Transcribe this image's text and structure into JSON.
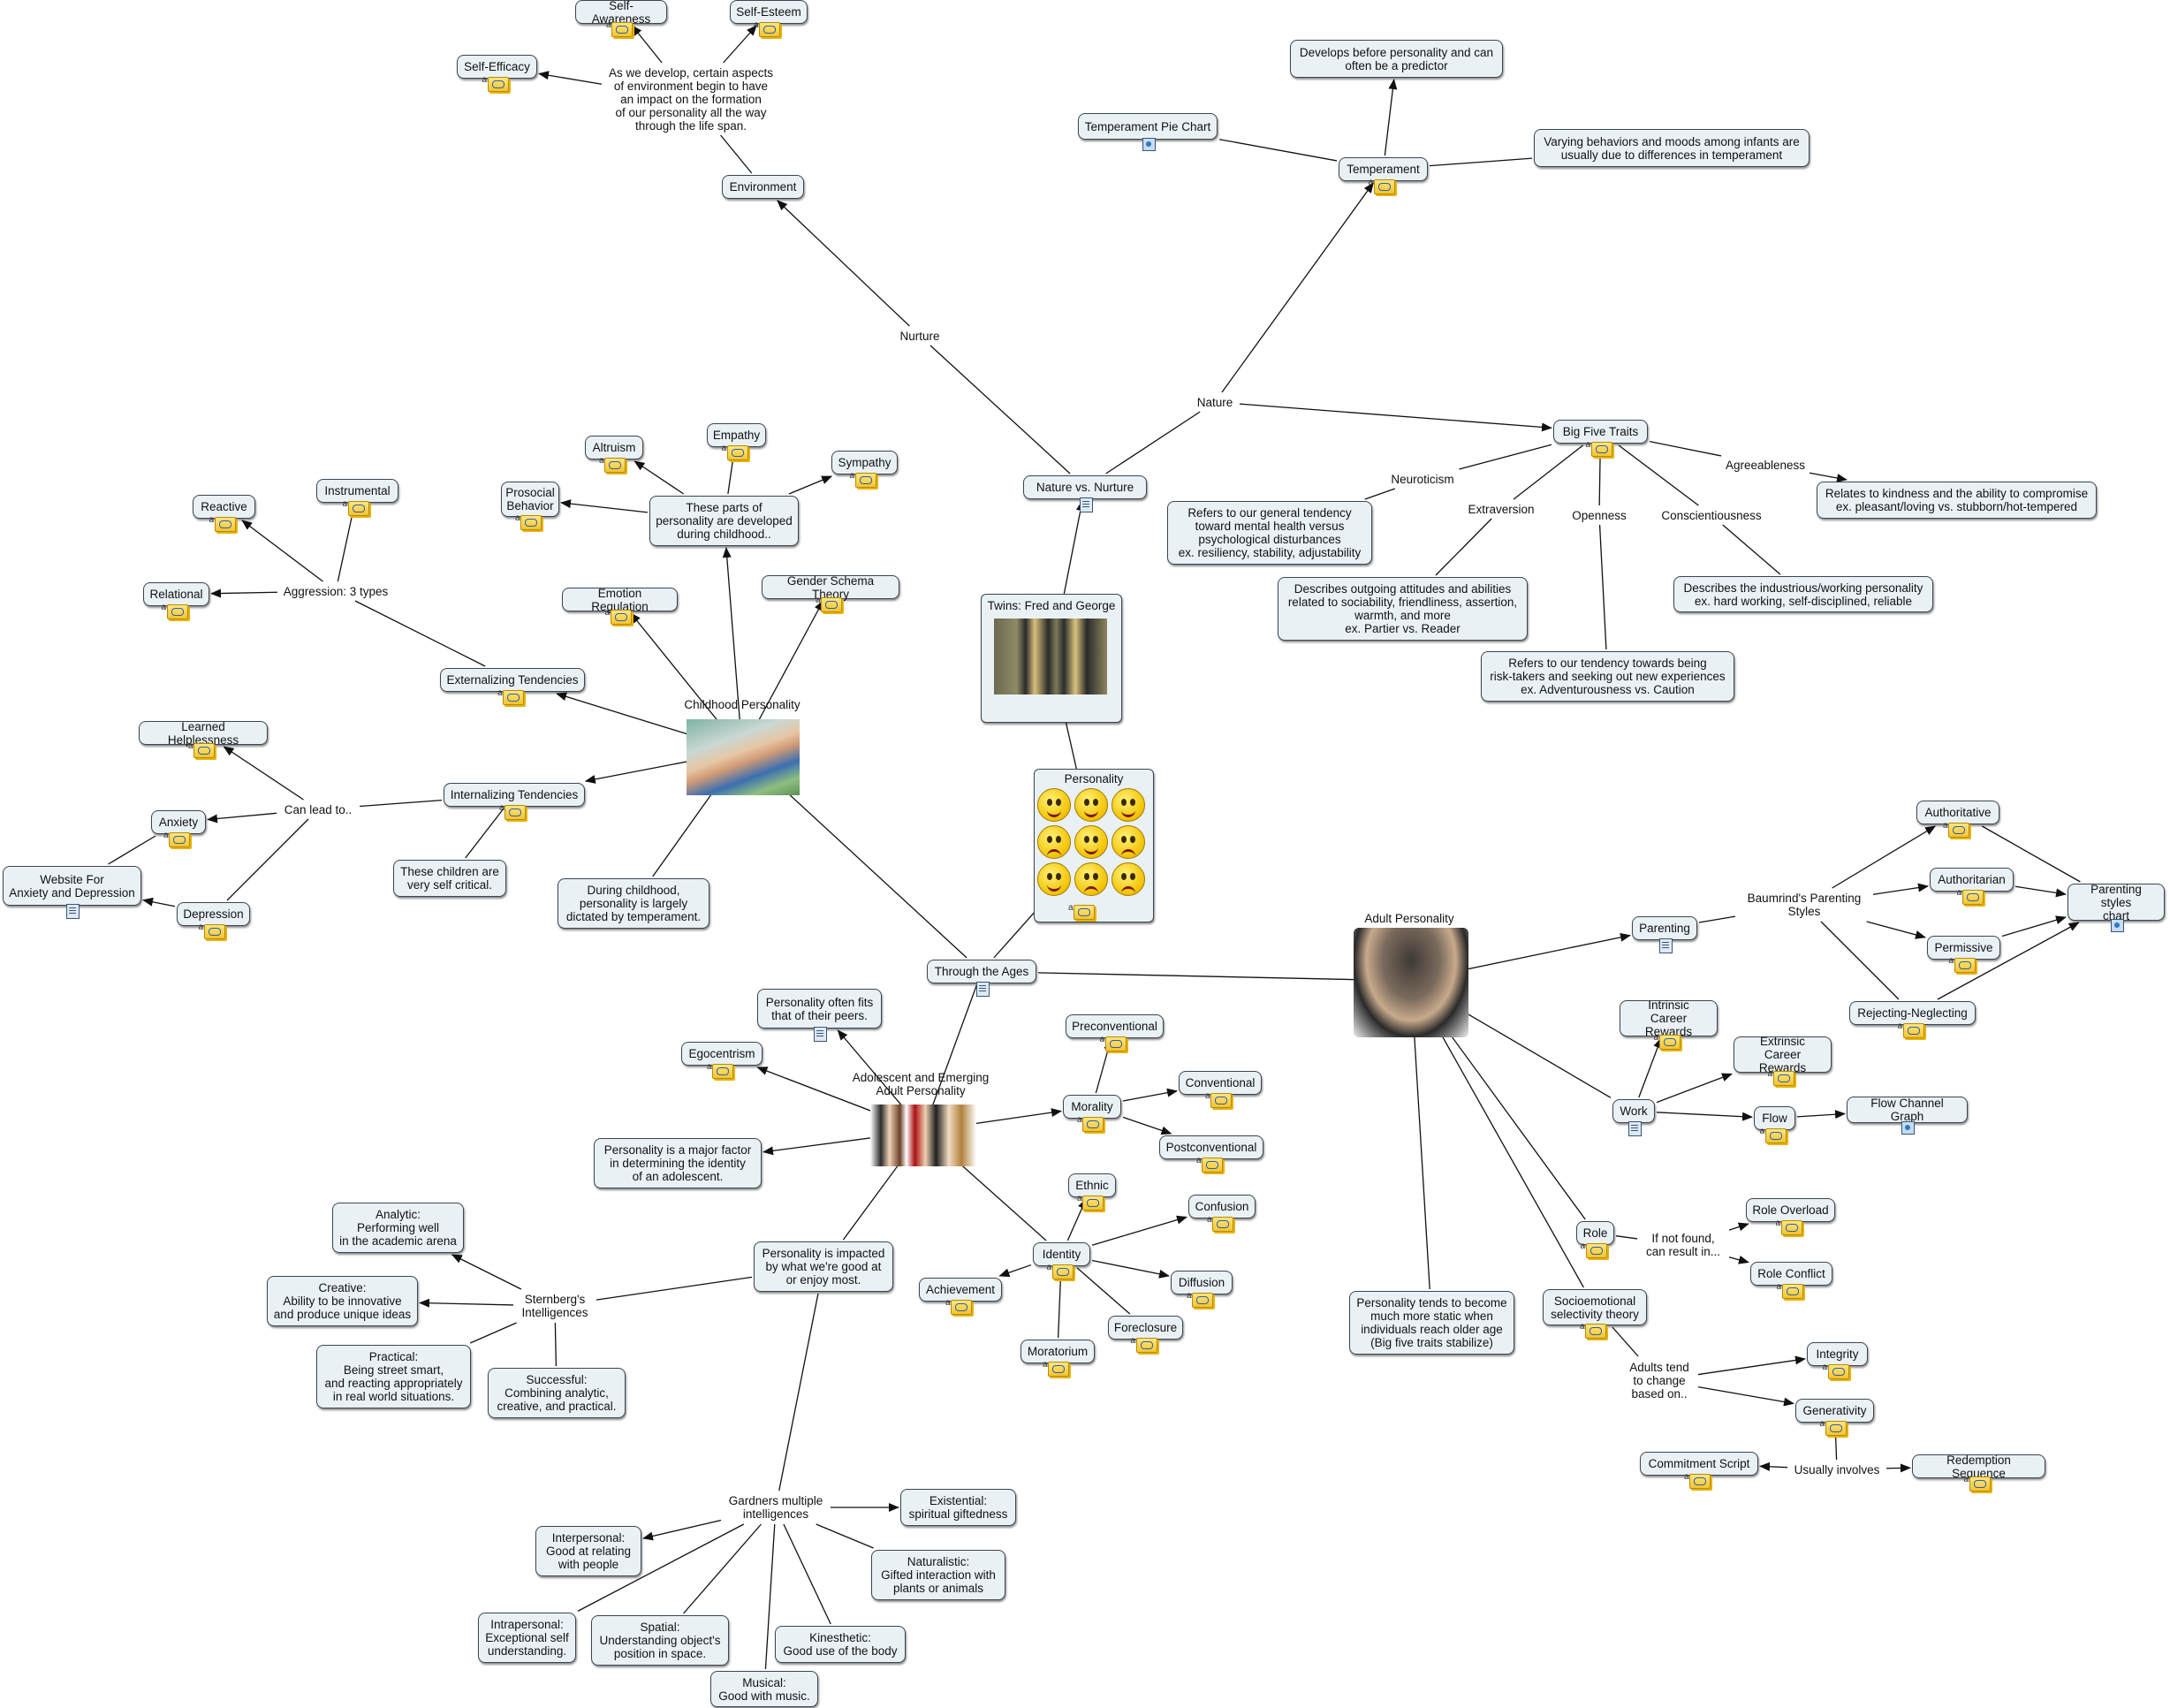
{
  "map_title": "Personality",
  "nodes": {
    "personality": "Personality",
    "twins": "Twins: Fred and George",
    "nature_vs_nurture": "Nature vs. Nurture",
    "nurture": "Nurture",
    "nature": "Nature",
    "environment": "Environment",
    "env_desc": "As we develop, certain aspects\nof environment begin to have\nan impact on the formation\nof our personality all the way\nthrough the life span.",
    "self_awareness": "Self-Awareness",
    "self_esteem": "Self-Esteem",
    "self_efficacy": "Self-Efficacy",
    "temperament": "Temperament",
    "temperament_pie": "Temperament Pie Chart",
    "temp_predictor": "Develops before personality and can\noften be a predictor",
    "temp_varying": "Varying behaviors and moods among infants are\nusually due to differences in temperament",
    "big_five": "Big Five Traits",
    "neuroticism": "Neuroticism",
    "neuroticism_desc": "Refers to our general tendency\ntoward mental health versus\npsychological disturbances\nex. resiliency, stability, adjustability",
    "extraversion": "Extraversion",
    "extraversion_desc": "Describes outgoing attitudes and abilities\nrelated to sociability, friendliness, assertion,\nwarmth, and more\nex. Partier vs. Reader",
    "openness": "Openness",
    "openness_desc": "Refers to our tendency towards being\nrisk-takers and seeking out new experiences\nex. Adventurousness vs. Caution",
    "conscientiousness": "Conscientiousness",
    "conscientiousness_desc": "Describes the industrious/working personality\nex. hard working, self-disciplined, reliable",
    "agreeableness": "Agreeableness",
    "agreeableness_desc": "Relates to kindness and the ability to compromise\nex. pleasant/loving vs. stubborn/hot-tempered",
    "through_ages": "Through the Ages",
    "childhood_personality": "Childhood Personality",
    "childhood_temperament": "During childhood,\npersonality is largely\ndictated by temperament.",
    "parts_developed": "These parts of\npersonality are developed\nduring childhood..",
    "altruism": "Altruism",
    "empathy": "Empathy",
    "sympathy": "Sympathy",
    "prosocial": "Prosocial\nBehavior",
    "emotion_regulation": "Emotion Regulation",
    "gender_schema": "Gender Schema Theory",
    "externalizing": "Externalizing Tendencies",
    "aggression": "Aggression: 3 types",
    "reactive": "Reactive",
    "instrumental": "Instrumental",
    "relational": "Relational",
    "internalizing": "Internalizing Tendencies",
    "can_lead_to": "Can lead to..",
    "learned_helplessness": "Learned Helplessness",
    "anxiety": "Anxiety",
    "depression": "Depression",
    "website": "Website For\nAnxiety and Depression",
    "self_critical": "These children are\nvery self critical.",
    "adolescent": "Adolescent and Emerging\nAdult Personality",
    "peers": "Personality often fits\nthat of their peers.",
    "egocentrism": "Egocentrism",
    "identity_factor": "Personality is a major factor\nin determining the identity\nof an adolescent.",
    "morality": "Morality",
    "preconventional": "Preconventional",
    "conventional": "Conventional",
    "postconventional": "Postconventional",
    "identity": "Identity",
    "ethnic": "Ethnic",
    "confusion": "Confusion",
    "diffusion": "Diffusion",
    "foreclosure": "Foreclosure",
    "moratorium": "Moratorium",
    "achievement": "Achievement",
    "impacted": "Personality is impacted\nby what we're good at\nor enjoy most.",
    "sternberg": "Sternberg's\nIntelligences",
    "analytic": "Analytic:\nPerforming well\nin the academic arena",
    "creative": "Creative:\nAbility to be innovative\nand produce unique ideas",
    "practical": "Practical:\nBeing street smart,\nand reacting appropriately\nin real world situations.",
    "successful": "Successful:\nCombining analytic,\ncreative, and practical.",
    "gardner": "Gardners multiple\nintelligences",
    "existential": "Existential:\nspiritual giftedness",
    "interpersonal": "Interpersonal:\nGood at relating\nwith people",
    "naturalistic": "Naturalistic:\nGifted interaction with\nplants or animals",
    "intrapersonal": "Intrapersonal:\nExceptional self\nunderstanding.",
    "spatial": "Spatial:\nUnderstanding object's\nposition in space.",
    "kinesthetic": "Kinesthetic:\nGood use of the body",
    "musical": "Musical:\nGood with music.",
    "adult": "Adult Personality",
    "parenting": "Parenting",
    "baumrind": "Baumrind's Parenting\nStyles",
    "authoritative": "Authoritative",
    "authoritarian": "Authoritarian",
    "permissive": "Permissive",
    "rejecting": "Rejecting-Neglecting",
    "parenting_chart": "Parenting styles\nchart",
    "intrinsic": "Intrinsic\nCareer Rewards",
    "extrinsic": "Extrinsic\nCareer Rewards",
    "work": "Work",
    "flow": "Flow",
    "flow_graph": "Flow Channel Graph",
    "role": "Role",
    "if_not_found": "If not found,\ncan result in...",
    "role_overload": "Role Overload",
    "role_conflict": "Role Conflict",
    "static": "Personality tends to become\nmuch more static when\nindividuals reach older age\n(Big five traits stabilize)",
    "socioemotional": "Socioemotional\nselectivity theory",
    "adults_change": "Adults tend\nto change\nbased on..",
    "integrity": "Integrity",
    "generativity": "Generativity",
    "commitment_script": "Commitment Script",
    "usually_involves": "Usually involves",
    "redemption": "Redemption Sequence"
  }
}
